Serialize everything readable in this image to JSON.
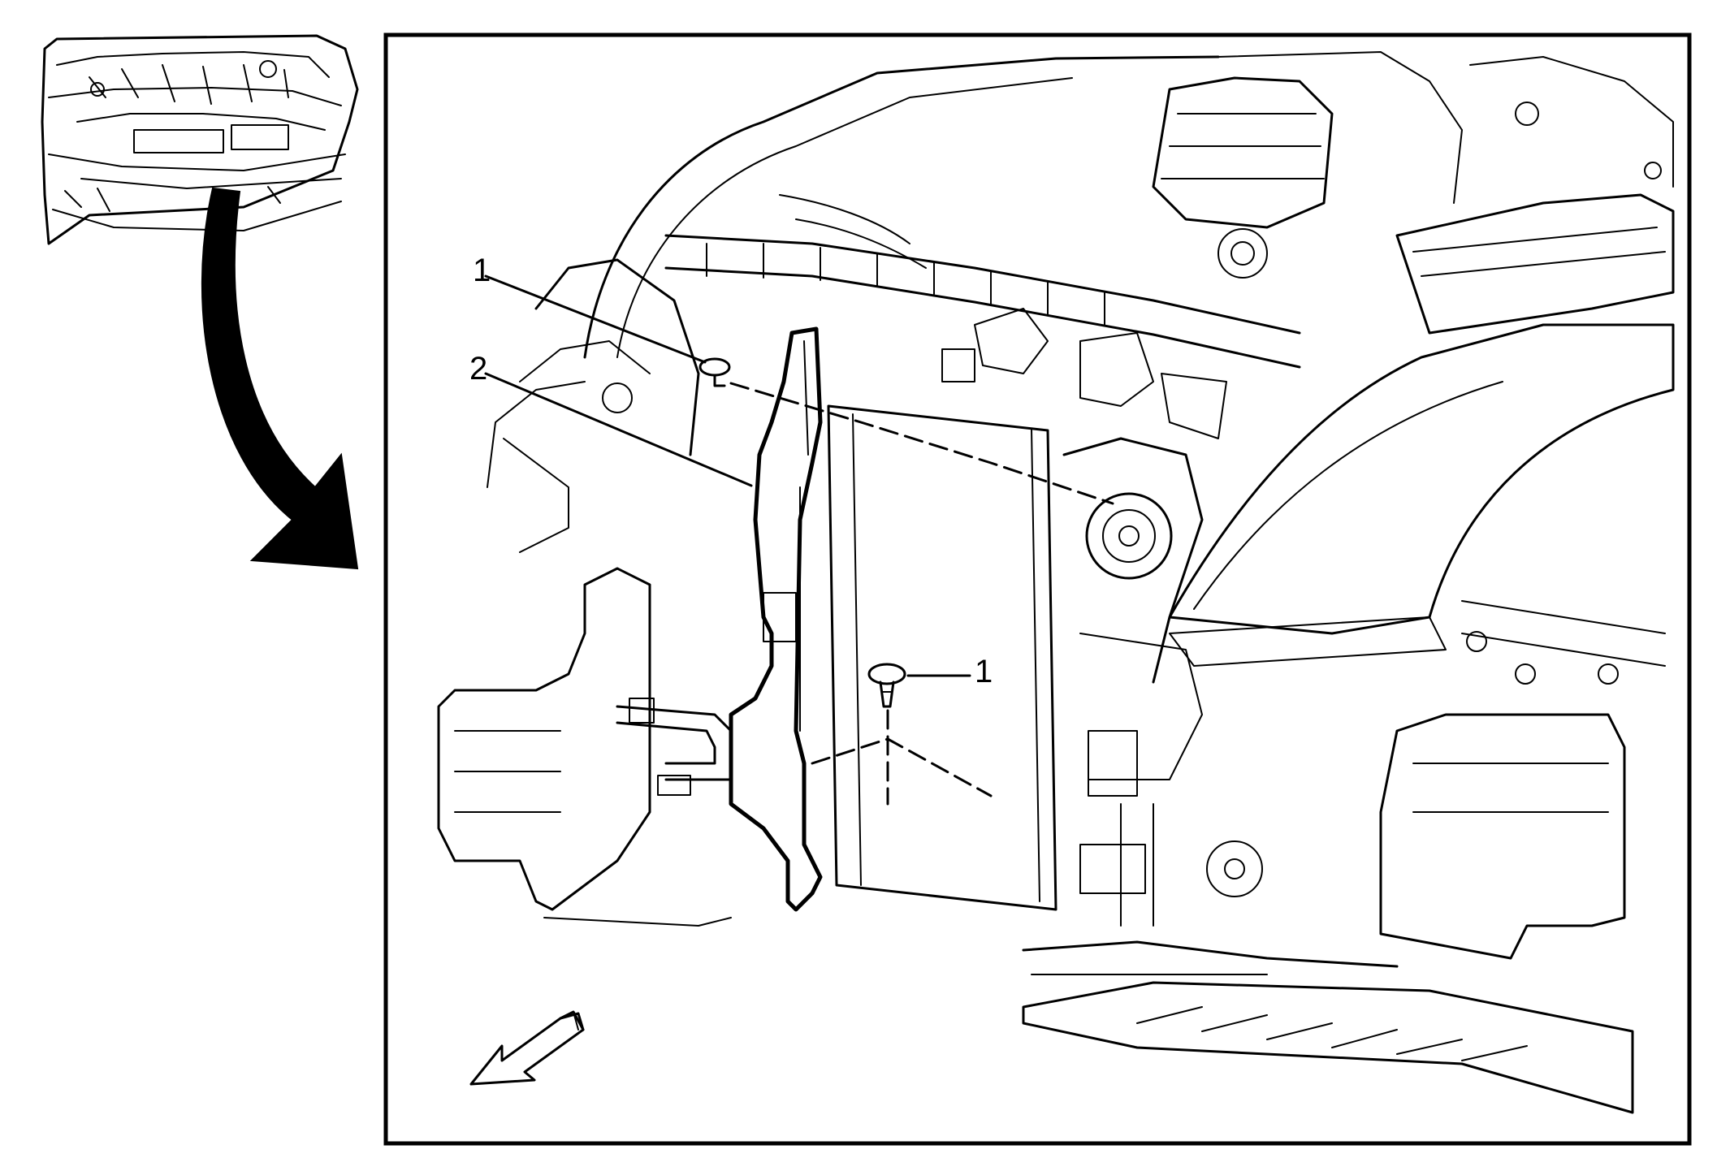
{
  "callouts": [
    {
      "id": "callout-1-upper",
      "label": "1",
      "part": "push-pin-retainer"
    },
    {
      "id": "callout-2",
      "label": "2",
      "part": "radiator-side-air-baffle"
    },
    {
      "id": "callout-1-lower",
      "label": "1",
      "part": "push-pin-retainer"
    }
  ],
  "icons": {
    "locator_arrow": "curved-arrow-icon",
    "front_indicator": "vehicle-front-arrow-icon"
  },
  "colors": {
    "line": "#000000",
    "background": "#ffffff"
  }
}
